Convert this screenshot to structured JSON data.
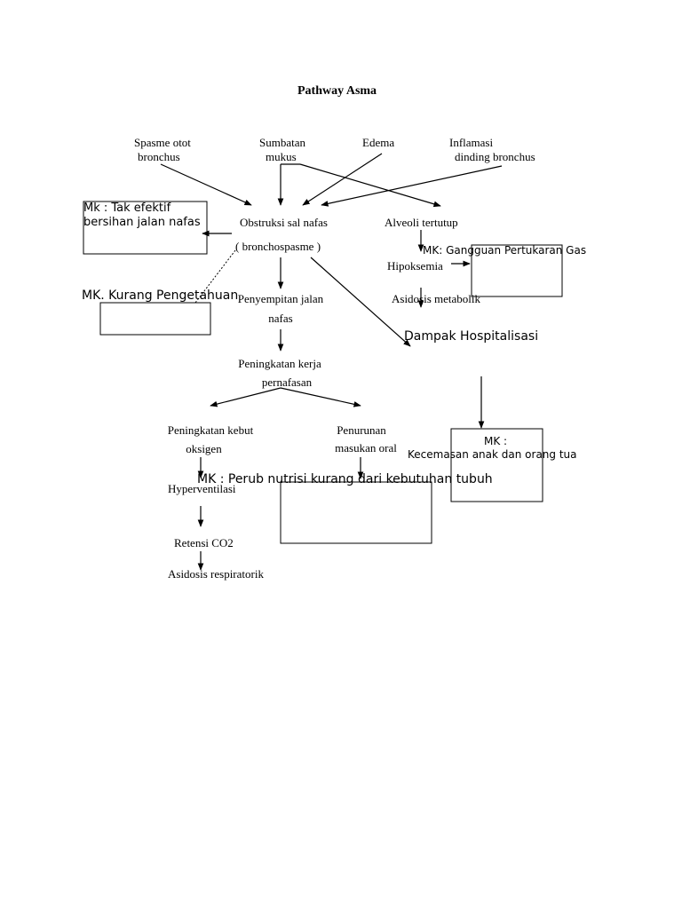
{
  "title": "Pathway Asma",
  "causes": {
    "spasme_l1": "Spasme otot",
    "spasme_l2": "bronchus",
    "sumbatan_l1": "Sumbatan",
    "sumbatan_l2": "mukus",
    "edema": "Edema",
    "inflamasi_l1": "Inflamasi",
    "inflamasi_l2": "dinding bronchus"
  },
  "nodes": {
    "obstruksi": "Obstruksi sal nafas",
    "bronchospasme": "( bronchospasme )",
    "alveoli": "Alveoli tertutup",
    "hipoksemia": "Hipoksemia",
    "asidosis_metabolik": "Asidosis metabolik",
    "dampak_hospitalisasi": "Dampak Hospitalisasi",
    "penyempitan_l1": "Penyempitan jalan",
    "penyempitan_l2": "nafas",
    "peningkatan_kerja_l1": "Peningkatan kerja",
    "peningkatan_kerja_l2": "pernafasan",
    "kebut_l1": "Peningkatan kebut",
    "kebut_l2": "oksigen",
    "penurunan_l1": "Penurunan",
    "penurunan_l2": "masukan oral",
    "hyperventilasi": "Hyperventilasi",
    "retensi": "Retensi CO2",
    "asidosis_respiratorik": "Asidosis respiratorik"
  },
  "diagnoses": {
    "bersihan_l1": "Mk : Tak efektif",
    "bersihan_l2": "bersihan jalan nafas",
    "kurang_pengetahuan": "MK. Kurang Pengetahuan",
    "gangguan_gas": "MK: Gangguan Pertukaran Gas",
    "kecemasan_l1": "MK :",
    "kecemasan_l2": "Kecemasan anak dan orang tua",
    "nutrisi": "MK : Perub nutrisi kurang dari kebutuhan tubuh"
  }
}
